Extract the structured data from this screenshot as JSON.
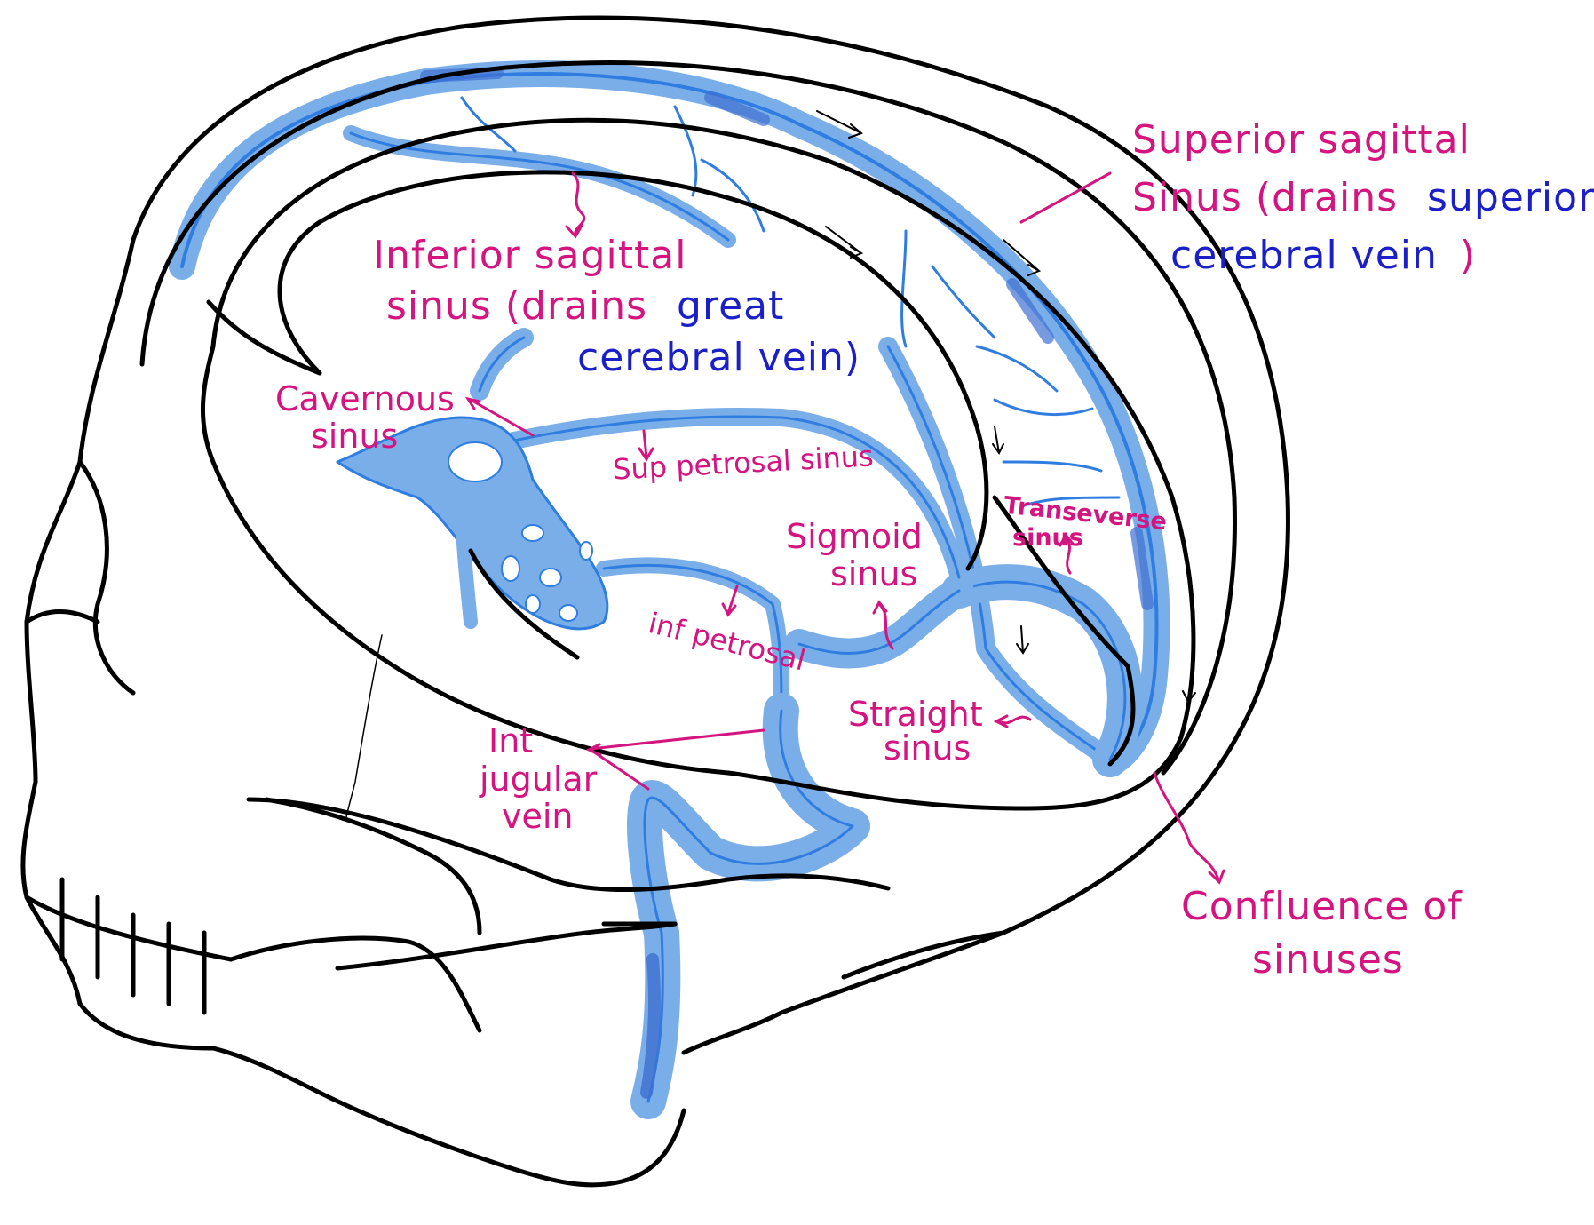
{
  "colors": {
    "outline": "#000000",
    "sinus_fill": "#7aaee8",
    "sinus_edge": "#2f7de0",
    "sinus_dark": "#3e6fd0",
    "label_pink": "#d4147f",
    "label_blue": "#1a1fc7"
  },
  "labels": {
    "superior_sagittal": {
      "line1": "Superior sagittal",
      "line2a": "Sinus (drains",
      "line2b": "superior",
      "line3": "cerebral vein",
      "line3_close": ")"
    },
    "inferior_sagittal": {
      "line1": "Inferior sagittal",
      "line2": "sinus (drains",
      "line2b": "great",
      "line3": "cerebral vein)"
    },
    "cavernous": {
      "line1": "Cavernous",
      "line2": "sinus"
    },
    "sup_petrosal": "Sup petrosal sinus",
    "sigmoid": {
      "line1": "Sigmoid",
      "line2": "sinus"
    },
    "transverse": {
      "line1": "Transeverse",
      "line2": "sinus"
    },
    "inf_petrosal": "inf petrosal",
    "straight": {
      "line1": "Straight",
      "line2": "sinus"
    },
    "int_jugular": {
      "line1": "Int",
      "line2": "jugular",
      "line3": "vein"
    },
    "confluence": {
      "line1": "Confluence of",
      "line2": "sinuses"
    }
  }
}
